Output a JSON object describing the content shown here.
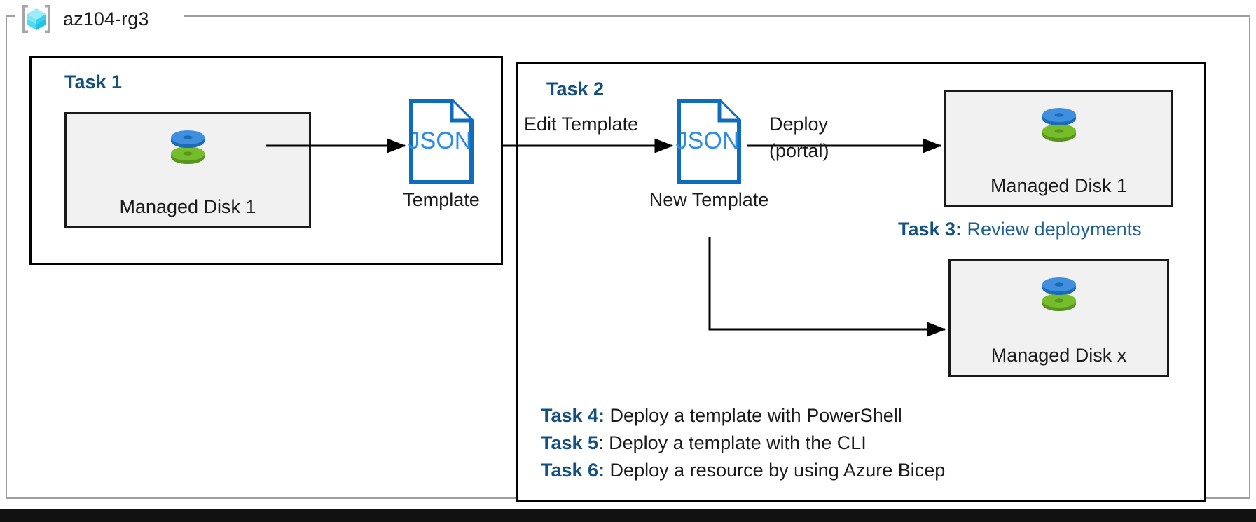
{
  "resource_group": {
    "name": "az104-rg3",
    "icon": "azure-resource-group-icon"
  },
  "tasks": {
    "task1": {
      "heading": "Task 1",
      "resource": {
        "label": "Managed Disk 1",
        "icon": "managed-disk-icon"
      },
      "template": {
        "icon": "json-file-icon",
        "icon_text": "JSON",
        "caption": "Template"
      }
    },
    "task2": {
      "heading": "Task 2",
      "edit_label": "Edit Template",
      "template": {
        "icon": "json-file-icon",
        "icon_text": "JSON",
        "caption": "New Template"
      },
      "deploy_label": "Deploy",
      "deploy_sublabel": "(portal)",
      "resource_portal": {
        "label": "Managed Disk 1",
        "icon": "managed-disk-icon"
      },
      "resource_scripted": {
        "label": "Managed Disk x",
        "icon": "managed-disk-icon"
      }
    },
    "task3": {
      "key": "Task 3:",
      "desc": " Review deployments"
    },
    "task4": {
      "key": "Task 4:",
      "desc": " Deploy a template with PowerShell"
    },
    "task5": {
      "key": "Task 5",
      "desc": ": Deploy a template with the CLI"
    },
    "task6": {
      "key": "Task 6:",
      "desc": " Deploy a resource by using Azure Bicep"
    }
  },
  "colors": {
    "task_heading_blue": "#13507f",
    "task3_desc_blue": "#1f5f93",
    "json_icon_blue": "#0f6cbd",
    "disk_top_blue": "#3f8fde",
    "disk_bottom_green": "#74b82e",
    "container_border_gray": "#9e9e9e",
    "resource_fill_gray": "#f1f1f1"
  }
}
